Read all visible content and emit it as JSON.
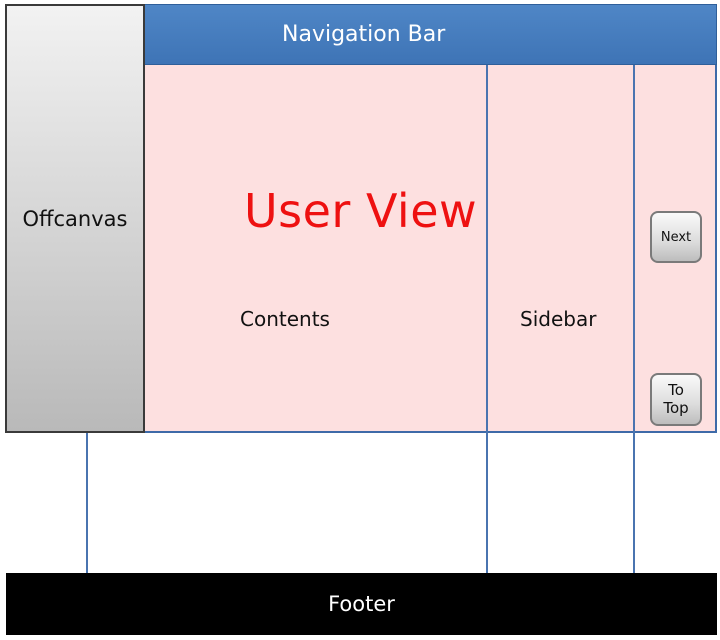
{
  "offcanvas": {
    "label": "Offcanvas"
  },
  "navbar": {
    "label": "Navigation Bar"
  },
  "user_view": {
    "title": "User View"
  },
  "contents": {
    "label": "Contents"
  },
  "sidebar": {
    "label": "Sidebar"
  },
  "buttons": {
    "next": "Next",
    "to_top": "To Top"
  },
  "footer": {
    "label": "Footer"
  },
  "colors": {
    "navbar": "#4176b8",
    "user_view_bg": "#fde0e0",
    "user_view_title": "#ee1111",
    "lines": "#4a74b0",
    "footer": "#000000"
  }
}
